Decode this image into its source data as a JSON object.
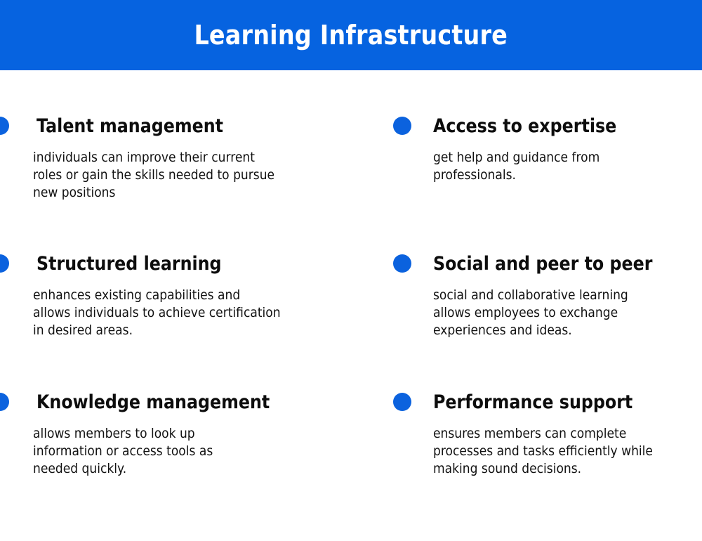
{
  "header": {
    "title": "Learning Infrastructure",
    "background_color": "#0663e0",
    "text_color": "#ffffff"
  },
  "page": {
    "background_color": "#ffffff",
    "bullet_color": "#0b62de",
    "text_color": "#111111"
  },
  "features": [
    {
      "bullet_icon": "filled-circle-bullet",
      "title": "Talent management",
      "lines": [
        "individuals can improve their current",
        "roles or gain the skills needed to pursue",
        "new positions"
      ]
    },
    {
      "bullet_icon": "filled-circle-bullet",
      "title": "Access to expertise",
      "lines": [
        "get help and guidance from",
        "professionals."
      ]
    },
    {
      "bullet_icon": "filled-circle-bullet",
      "title": "Structured learning",
      "lines": [
        "enhances existing capabilities and",
        "allows individuals to achieve certification",
        "in desired areas."
      ]
    },
    {
      "bullet_icon": "filled-circle-bullet",
      "title": "Social and peer to peer",
      "lines": [
        "social and collaborative learning",
        "allows employees to exchange",
        "experiences and ideas."
      ]
    },
    {
      "bullet_icon": "filled-circle-bullet",
      "title": "Knowledge management",
      "lines": [
        "allows members to look up",
        "information or access tools as",
        "needed quickly."
      ]
    },
    {
      "bullet_icon": "filled-circle-bullet",
      "title": "Performance support",
      "lines": [
        "ensures members can complete",
        "processes and tasks efficiently while",
        "making sound decisions."
      ]
    }
  ]
}
